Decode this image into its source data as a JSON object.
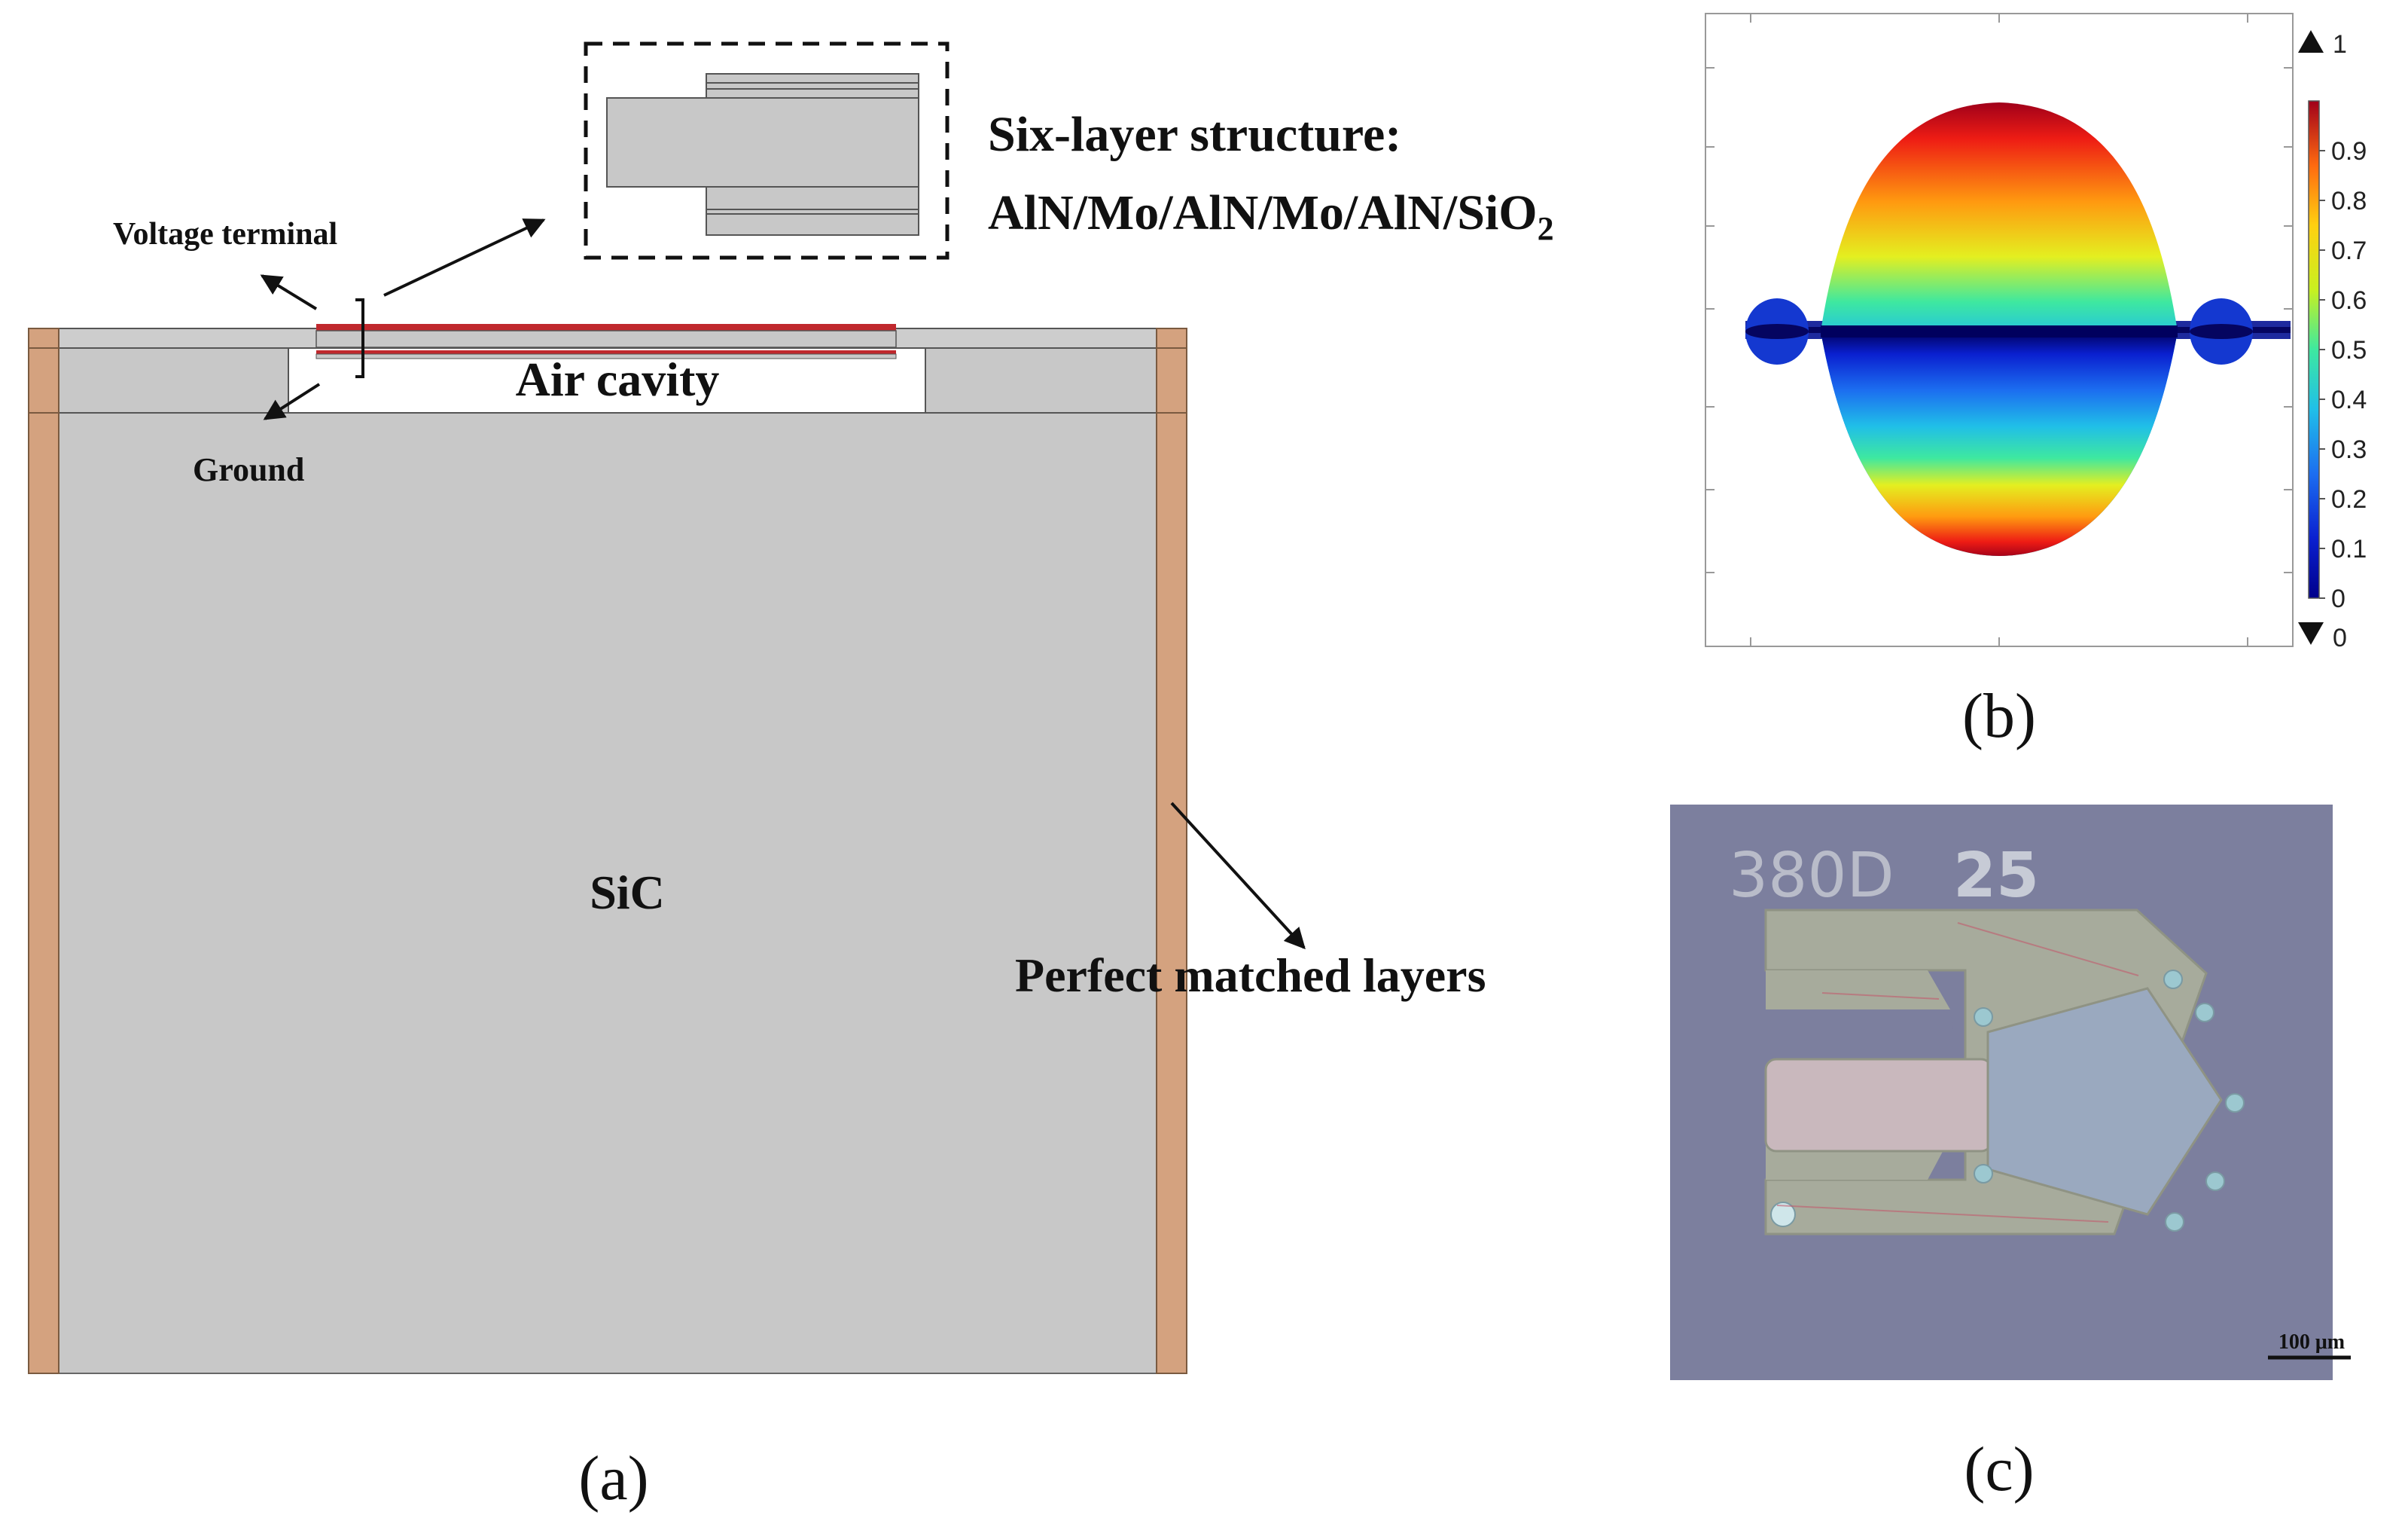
{
  "panel_a": {
    "inset_title": "Six-layer structure:",
    "inset_layers_main": "AlN/Mo/AlN/Mo/AlN/SiO",
    "inset_layers_sub": "2",
    "voltage_label": "Voltage terminal",
    "ground_label": "Ground",
    "cavity_label": "Air cavity",
    "substrate_label": "SiC",
    "pml_label": "Perfect matched layers",
    "caption": "(a)"
  },
  "panel_b": {
    "colorbar_max_marker": "1",
    "colorbar_min_marker": "0",
    "colorbar_ticks": [
      "0.9",
      "0.8",
      "0.7",
      "0.6",
      "0.5",
      "0.4",
      "0.3",
      "0.2",
      "0.1",
      "0"
    ],
    "caption": "(b)"
  },
  "panel_c": {
    "chip_id": "380D",
    "chip_num": "25",
    "scale_bar": "100 μm",
    "caption": "(c)"
  },
  "colors": {
    "substrate": "#c8c8c8",
    "pml": "#d4a27f",
    "electrode": "#c0282d",
    "photo_bg": "#7c7f9e",
    "metal_pad": "#a7ab9c",
    "resonator": "#9aa9bf"
  }
}
